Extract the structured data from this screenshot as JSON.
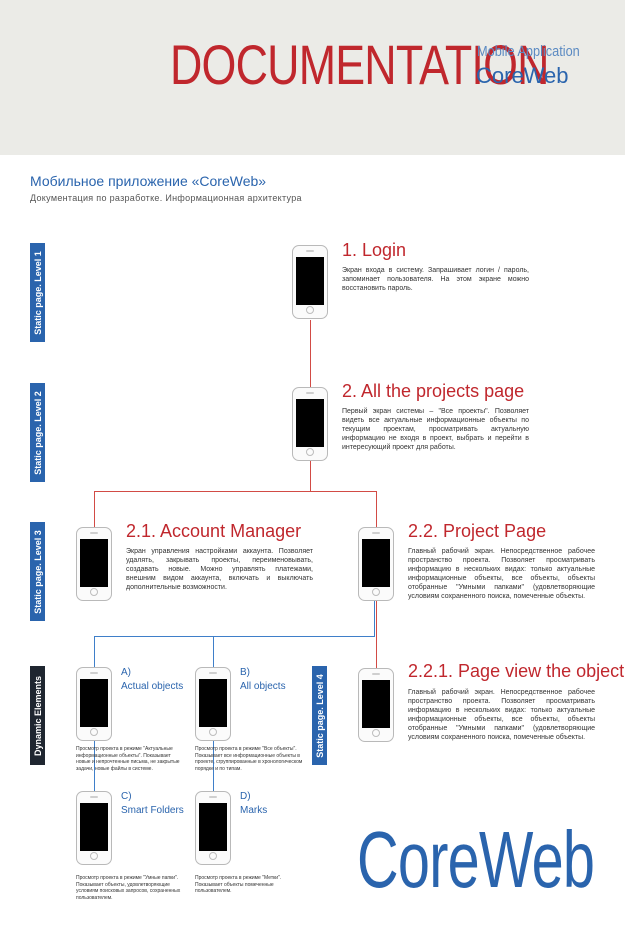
{
  "header": {
    "title": "DOCUMENTATION",
    "product_tag": "Mobile Application",
    "product_name": "CoreWeb"
  },
  "intro": {
    "title": "Мобильное приложение «CoreWeb»",
    "description": "Документация по разработке. Информационная архитектура"
  },
  "levels": [
    "Static page. Level 1",
    "Static page. Level 2",
    "Static page. Level 3",
    "Dynamic Elements",
    "Static page. Level 4"
  ],
  "pages": {
    "login": {
      "title": "1. Login",
      "text": "Экран входа в систему. Запрашивает логин / пароль, запоминает пользователя. На этом экране можно восстановить пароль."
    },
    "projects": {
      "title": "2. All the projects page",
      "text": "Первый экран системы – \"Все проекты\". Позволяет видеть все актуальные информационные объекты по текущим проектам, просматривать актуальную информацию не входя в проект, выбрать и перейти в интересующий проект для работы."
    },
    "account": {
      "title": "2.1. Account Manager",
      "text": "Экран управления настройками аккаунта. Позволяет удалять, закрывать проекты, переименовывать, создавать новые. Можно управлять платежами, внешним видом аккаунта, включать и выключать дополнительные возможности."
    },
    "project": {
      "title": "2.2. Project Page",
      "text": "Главный рабочий экран. Непосредственное рабочее пространство проекта. Позволяет просматривать информацию в нескольких видах: только актуальные информационные объекты, все объекты, объекты отобранные \"Умными папками\" (удовлетворяющие условиям сохраненного поиска, помеченные объекты."
    },
    "pageview": {
      "title": "2.2.1. Page view the object",
      "text": "Главный рабочий экран. Непосредственное рабочее пространство проекта. Позволяет просматривать информацию в нескольких видах: только актуальные информационные объекты, все объекты, объекты отобранные \"Умными папками\" (удовлетворяющие условиям сохраненного поиска, помеченные объекты."
    }
  },
  "dynamic": {
    "a": {
      "letter": "A)",
      "name": "Actual objects",
      "text": "Просмотр проекта в режиме \"Актуальные информационные объекты\". Показывает новые и непрочтенные письма, не закрытые задачи, новые файлы в системе."
    },
    "b": {
      "letter": "B)",
      "name": "All objects",
      "text": "Просмотр проекта в режиме \"Все объекты\". Показывает все информационные объекты в проекте, сгруппированные в хронологическом порядке и по типам."
    },
    "c": {
      "letter": "C)",
      "name": "Smart Folders",
      "text": "Просмотр проекта в режиме \"Умные папки\". Показывает объекты, удовлетворяющие условиям поисковых запросов, сохраненных пользователем."
    },
    "d": {
      "letter": "D)",
      "name": "Marks",
      "text": "Просмотр проекта в режиме \"Метки\". Показывает объекты помеченные пользователем."
    }
  },
  "footer": {
    "brand": "CoreWeb"
  },
  "colors": {
    "accent_red": "#c0272d",
    "accent_blue": "#2a64ad",
    "dark_label": "#1f2630",
    "header_bg": "#ebebe7"
  }
}
